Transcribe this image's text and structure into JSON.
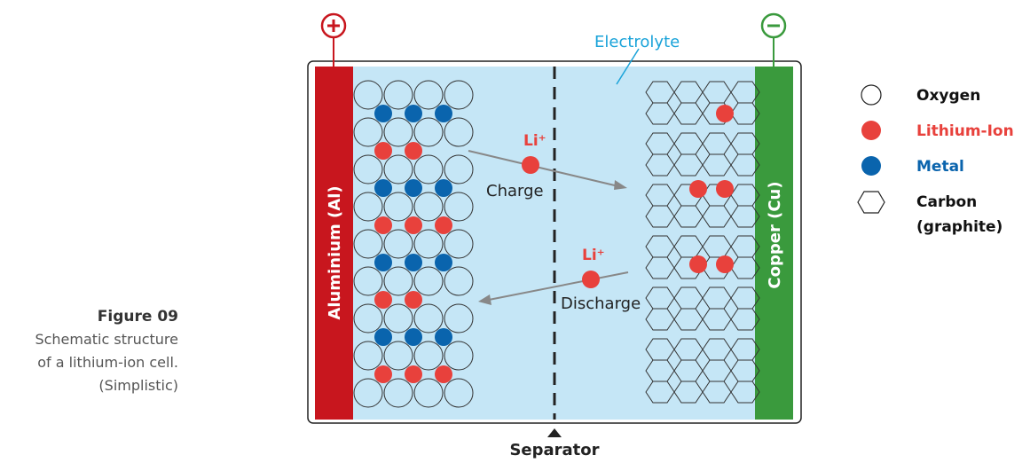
{
  "caption": {
    "title": "Figure 09",
    "lines": [
      "Schematic structure",
      "of a lithium-ion cell.",
      "(Simplistic)"
    ]
  },
  "diagram": {
    "electrolyte_label": "Electrolyte",
    "separator_label": "Separator",
    "cathode_label": "Aluminium (Al)",
    "anode_label": "Copper (Cu)",
    "charge_label": "Charge",
    "discharge_label": "Discharge",
    "ion_label": "Li⁺",
    "plus_symbol": "+",
    "minus_symbol": "−"
  },
  "legend": {
    "items": [
      {
        "label": "Oxygen",
        "icon": "oxygen-icon",
        "color": "#111111"
      },
      {
        "label": "Lithium-Ion",
        "icon": "lithium-ion-icon",
        "color": "#e8413c"
      },
      {
        "label": "Metal",
        "icon": "metal-icon",
        "color": "#0a64ad"
      },
      {
        "label": "Carbon",
        "icon": "carbon-icon",
        "color": "#111111"
      },
      {
        "label": "(graphite)",
        "icon": "",
        "color": "#111111"
      }
    ]
  },
  "colors": {
    "cathode": "#c8161e",
    "anode": "#3a9a3d",
    "electrolyte": "#c5e6f6",
    "lithium": "#e8413c",
    "metal": "#0a64ad",
    "electrolyte_text": "#1aa3d9"
  }
}
